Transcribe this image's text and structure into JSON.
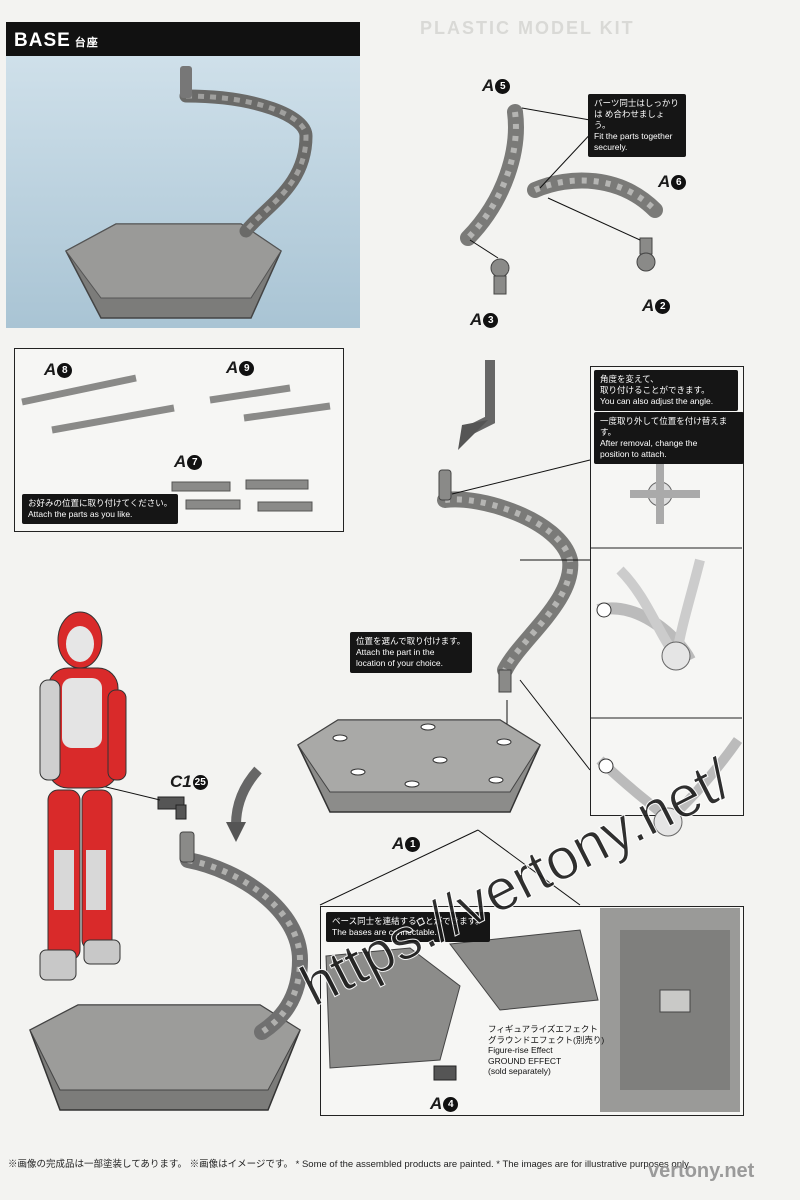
{
  "header": {
    "title": "BASE",
    "subtitle": "台座"
  },
  "ghost_text": {
    "top": "PLASTIC MODEL KIT"
  },
  "parts": {
    "a5": {
      "letter": "A",
      "num": "5"
    },
    "a6": {
      "letter": "A",
      "num": "6"
    },
    "a2": {
      "letter": "A",
      "num": "2"
    },
    "a3": {
      "letter": "A",
      "num": "3"
    },
    "a8": {
      "letter": "A",
      "num": "8"
    },
    "a9": {
      "letter": "A",
      "num": "9"
    },
    "a7": {
      "letter": "A",
      "num": "7"
    },
    "a1": {
      "letter": "A",
      "num": "1"
    },
    "a4": {
      "letter": "A",
      "num": "4"
    },
    "c1": {
      "letter": "C1",
      "num": "25"
    }
  },
  "notes": {
    "fit_jp1": "パーツ同士はしっかり",
    "fit_jp2": "は め合わせましょう。",
    "fit_en1": "Fit the parts together",
    "fit_en2": "securely.",
    "attach_like_jp": "お好みの位置に取り付けてください。",
    "attach_like_en": "Attach the parts as you like.",
    "angle_jp1": "角度を変えて、",
    "angle_jp2": "取り付けることができます。",
    "angle_en": "You can also adjust the angle.",
    "removal_jp": "一度取り外して位置を付け替えます。",
    "removal_en1": "After removal, change the",
    "removal_en2": "position to attach.",
    "choice_jp": "位置を選んで取り付けます。",
    "choice_en1": "Attach the part in the",
    "choice_en2": "location of your choice.",
    "connect_jp": "ベース同士を連結することができます。",
    "connect_en": "The bases are connectable.",
    "effect_jp1": "フィギュアライズエフェクト",
    "effect_jp2": "グラウンドエフェクト(別売り)",
    "effect_en1": "Figure-rise Effect",
    "effect_en2": "GROUND EFFECT",
    "effect_en3": "(sold separately)"
  },
  "footer": {
    "text": "※画像の完成品は一部塗装してあります。 ※画像はイメージです。 * Some of the assembled products are painted.  * The images are for illustrative purposes only.",
    "site": "vertony.net"
  },
  "watermark": "https://vertony.net/",
  "colors": {
    "header_bg": "#111111",
    "photo_bg": "#b8cfdc",
    "figure_red": "#d92a2a",
    "part_gray": "#8a8a88"
  }
}
